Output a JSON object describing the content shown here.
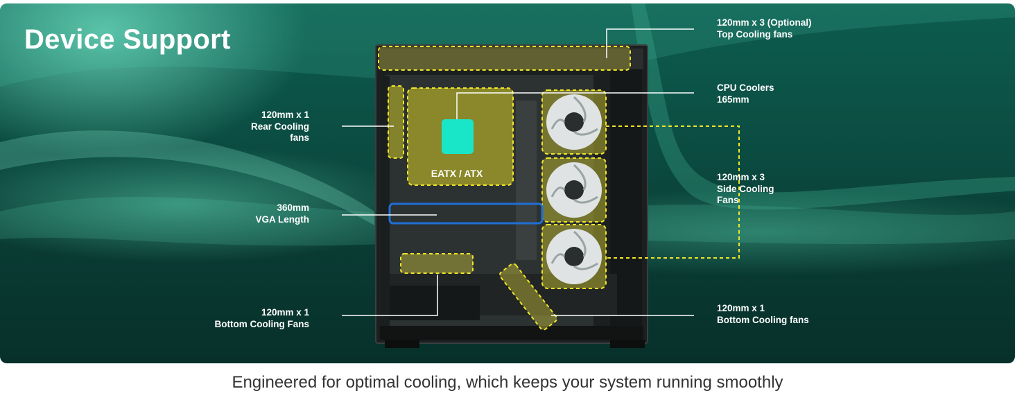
{
  "banner": {
    "title": "Device Support",
    "board_label": "EATX / ATX"
  },
  "labels": {
    "top_fans": [
      "120mm x 3 (Optional)",
      "Top Cooling fans"
    ],
    "cpu_coolers": [
      "CPU Coolers",
      "165mm"
    ],
    "side_fans": [
      "120mm x 3",
      "Side Cooling",
      "Fans"
    ],
    "bottom_right_fans": [
      "120mm x 1",
      "Bottom Cooling fans"
    ],
    "rear_fans": [
      "120mm x 1",
      "Rear Cooling",
      "fans"
    ],
    "vga_length": [
      "360mm",
      "VGA Length"
    ],
    "bottom_left_fans": [
      "120mm x 1",
      "Bottom Cooling Fans"
    ]
  },
  "caption": "Engineered for optimal cooling, which keeps your system running smoothly",
  "colors": {
    "highlight": "#f0e628",
    "vga_highlight": "#1f6fd6",
    "cpu_block": "#19e6c8"
  }
}
